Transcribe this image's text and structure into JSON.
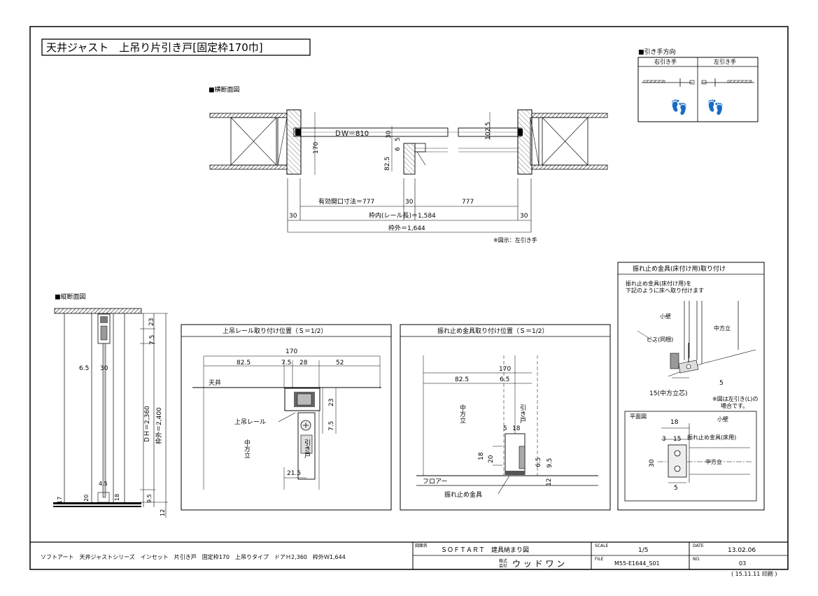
{
  "title": "天井ジャスト　上吊り片引き戸[固定枠170巾]",
  "cross_section": {
    "label": "■横断面図",
    "dw": "ＤＷ＝810",
    "d30": "30",
    "d5": "5",
    "d6": "6",
    "d170": "170",
    "d825": "82.5",
    "d1025": "102.5",
    "eff": "有効開口寸法＝777",
    "c30": "30",
    "c777": "777",
    "l30": "30",
    "inner": "枠内(レール長)＝1,584",
    "r30": "30",
    "outer": "枠外＝1,644",
    "note": "※図示：左引き手"
  },
  "handle_dir": {
    "label": "■引き手方向",
    "right": "右引き手",
    "left": "左引き手"
  },
  "vertical_section": {
    "label": "■縦断面図",
    "d65": "6.5",
    "d30": "30",
    "d23": "23",
    "d75": "7.5",
    "dh": "ＤＨ＝2,360",
    "outer": "枠外＝2,400",
    "d45": "4.5",
    "d20": "20",
    "d18": "18",
    "d95": "9.5",
    "d12": "12",
    "d17": "17"
  },
  "rail_panel": {
    "title": "上吊レール取り付け位置（Ｓ＝1/2）",
    "d170": "170",
    "d825": "82.5",
    "d75": "7.5",
    "d28": "28",
    "d52": "52",
    "ceiling": "天井",
    "d23": "23",
    "d75b": "7.5",
    "rail": "上吊レール",
    "center_post": "中方立",
    "door": "引き戸",
    "d215": "21.5"
  },
  "stopper_panel": {
    "title": "振れ止め金具取り付け位置（Ｓ＝1/2）",
    "d170": "170",
    "d825": "82.5",
    "d65": "6.5",
    "center_post": "中方立",
    "door": "引き戸",
    "d5": "5",
    "d18": "18",
    "d18b": "18",
    "d20": "20",
    "d65b": "6.5",
    "d95": "9.5",
    "d12": "12",
    "floor": "フロアー",
    "bracket": "振れ止め金具"
  },
  "install_panel": {
    "title": "振れ止め金具(床付け用)取り付け",
    "desc1": "振れ止め金具(床付け用)を",
    "desc2": "下記のように床へ取り付けます",
    "wall": "小壁",
    "center_post": "中方立",
    "screw": "ビス(同梱)",
    "d15": "15(中方立芯)",
    "d5": "5",
    "note1": "※図は左引き(L)の",
    "note2": "場合です。",
    "plan": "平面図",
    "d18": "18",
    "plan_wall": "小壁",
    "d3": "3",
    "d15b": "15",
    "bracket": "振れ止め金具(床用)",
    "d30": "30",
    "center": "中方立",
    "d5b": "5"
  },
  "footer": {
    "product": "ソフトアート　天井ジャストシリーズ　インセット　片引き戸　固定枠170　上吊りタイプ　ドアＨ2,360　枠外Ｗ1,644",
    "drawing_label": "図面名",
    "drawing_name": "ＳＯＦＴＡＲＴ　建具納まり図",
    "company_label1": "株式",
    "company_label2": "会社",
    "company": "ウ ッ ド ワ ン",
    "scale_label": "SCALE",
    "scale": "1/5",
    "date_label": "DATE",
    "date": "13.02.06",
    "file_label": "FILE",
    "file": "M55-E1644_S01",
    "no_label": "NO.",
    "no": "03",
    "printed": "( 15.11.11 印刷 )"
  }
}
